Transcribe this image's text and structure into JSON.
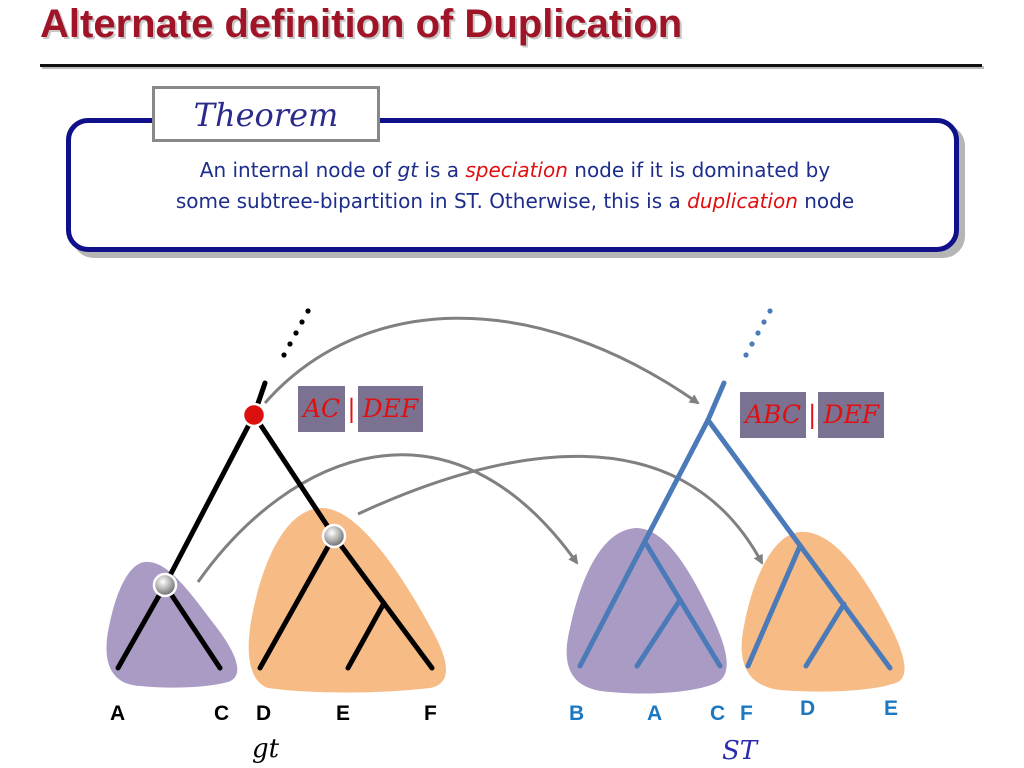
{
  "slide": {
    "title": "Alternate definition of Duplication"
  },
  "theorem": {
    "heading": "Theorem",
    "line1_a": "An internal node of ",
    "line1_gt": "gt",
    "line1_b": " is a ",
    "line1_speciation": "speciation",
    "line1_c": " node if it is dominated by",
    "line2_a": "some subtree-bipartition in ST. Otherwise, this is a ",
    "line2_duplication": "duplication",
    "line2_b": " node"
  },
  "gene_tree": {
    "name": "gt",
    "bipartition_left": "AC",
    "bipartition_sep": "|",
    "bipartition_right": "DEF",
    "leaves": [
      "A",
      "C",
      "D",
      "E",
      "F"
    ]
  },
  "species_tree": {
    "name": "ST",
    "bipartition_left": "ABC",
    "bipartition_sep": "|",
    "bipartition_right": "DEF",
    "leaves": [
      "B",
      "A",
      "C",
      "F",
      "D",
      "E"
    ]
  },
  "colors": {
    "title": "#a01428",
    "theorem_border": "#10108a",
    "theorem_text": "#1d2d8c",
    "emphasis": "#e01010",
    "purple_region": "#a99bc4",
    "orange_region": "#f7bb86",
    "species_tree_branch": "#4a7ab8",
    "mapping_arrow": "#808080",
    "duplication_node": "#dd1010"
  }
}
